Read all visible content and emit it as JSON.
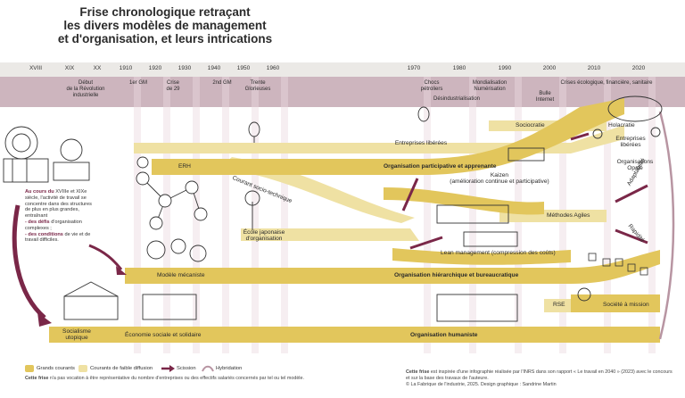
{
  "title_lines": [
    "Frise chronologique retraçant",
    "les divers modèles de management",
    "et d'organisation, et leurs intrications"
  ],
  "timeline": {
    "years": [
      "XVIII",
      "XIX",
      "XX",
      "1910",
      "1920",
      "1930",
      "1940",
      "1950",
      "1960",
      "1970",
      "1980",
      "1990",
      "2000",
      "2010",
      "2020"
    ],
    "events": [
      {
        "lines": [
          "Début",
          "de la Révolution",
          "industrielle"
        ]
      },
      {
        "lines": [
          "1er GM"
        ]
      },
      {
        "lines": [
          "Crise",
          "de 29"
        ]
      },
      {
        "lines": [
          "2nd GM"
        ]
      },
      {
        "lines": [
          "Trente",
          "Glorieuses"
        ]
      },
      {
        "lines": [
          "Chocs",
          "pétroliers"
        ]
      },
      {
        "lines": [
          "Désindustrialisation"
        ]
      },
      {
        "lines": [
          "Mondialisation",
          "Numérisation"
        ]
      },
      {
        "lines": [
          "Bulle",
          "Internet"
        ]
      },
      {
        "lines": [
          "Crises écologique, financière, sanitaire"
        ]
      }
    ]
  },
  "streams": {
    "entreprises_liberees": "Entreprises libérées",
    "sociocratie": "Sociocratie",
    "holacratie": "Holacratie",
    "entreprises_liberees_right": [
      "Entreprises",
      "libérées"
    ],
    "organisations_opale": [
      "Organisations",
      "Opale"
    ],
    "erh": "ERH",
    "organisation_participative": "Organisation participative et apprenante",
    "courant_socio_technique": "Courant socio-technique",
    "kaizen": [
      "Kaizen",
      "(amélioration continue et participative)"
    ],
    "methodes_agiles": "Méthodes Agiles",
    "adaptabilite": "Adaptabilité",
    "rapidite": "Rapidité",
    "ecole_japonaise": [
      "École japonaise",
      "d'organisation"
    ],
    "lean_management": "Lean management (compression des coûts)",
    "modele_mecaniste": "Modèle mécaniste",
    "organisation_hierarchique": "Organisation hiérarchique et bureaucratique",
    "rse": "RSE",
    "societe_a_mission": "Société à mission",
    "socialisme_utopique": [
      "Socialisme",
      "utopique"
    ],
    "economie_sociale": "Économie sociale et solidaire",
    "organisation_humaniste": "Organisation humaniste"
  },
  "side_text": {
    "p1_bold": "Au cours du",
    "p1": "XVIIIe et XIXe siècle, l'activité de travail se concentre dans des structures de plus en plus grandes, entraînant",
    "p2_bold": "- des défis",
    "p2": "d'organisation complexes ;",
    "p3_bold": "- des conditions",
    "p3": "de vie et de travail difficiles."
  },
  "legend": {
    "grands_courants": "Grands courants",
    "faible_diffusion": "Courants de faible diffusion",
    "scission": "Scission",
    "hybridation": "Hybridation",
    "note_bold": "Cette frise",
    "note": "n'a pas vocation à être représentative du nombre d'entreprises ou des effectifs salariés concernés par tel ou tel modèle."
  },
  "credits": {
    "bold": "Cette frise",
    "text": "est inspirée d'une infographie réalisée par l'INRS dans son rapport « Le travail en 2040 » (2023) avec le concours et sur la base des travaux de l'auteure.",
    "line2": "© La Fabrique de l'industrie, 2025. Design graphique : Sandrine Martin"
  },
  "colors": {
    "gold": "#e2c65c",
    "pale_gold": "#efe1a3",
    "purple": "#7a2748",
    "mauve": "#b895a2"
  }
}
